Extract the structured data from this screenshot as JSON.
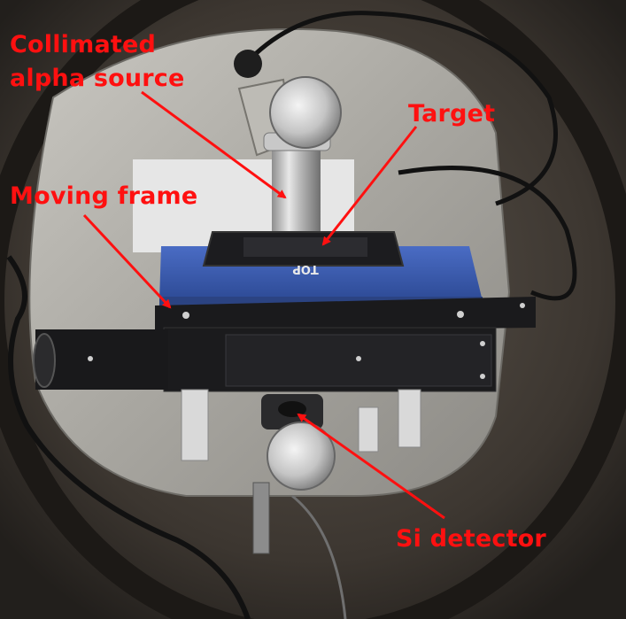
{
  "annotations": {
    "collimated_line1": "Collimated",
    "collimated_line2": "alpha source",
    "target": "Target",
    "moving_frame": "Moving frame",
    "si_detector": "Si detector"
  },
  "stage_marking": "TOP",
  "colors": {
    "annotation": "#ff1010",
    "chamber_wall": "#3a3530",
    "plate": "#a8a6a0",
    "stage_blue": "#3b5bb0",
    "stage_black": "#1a1a1c"
  }
}
